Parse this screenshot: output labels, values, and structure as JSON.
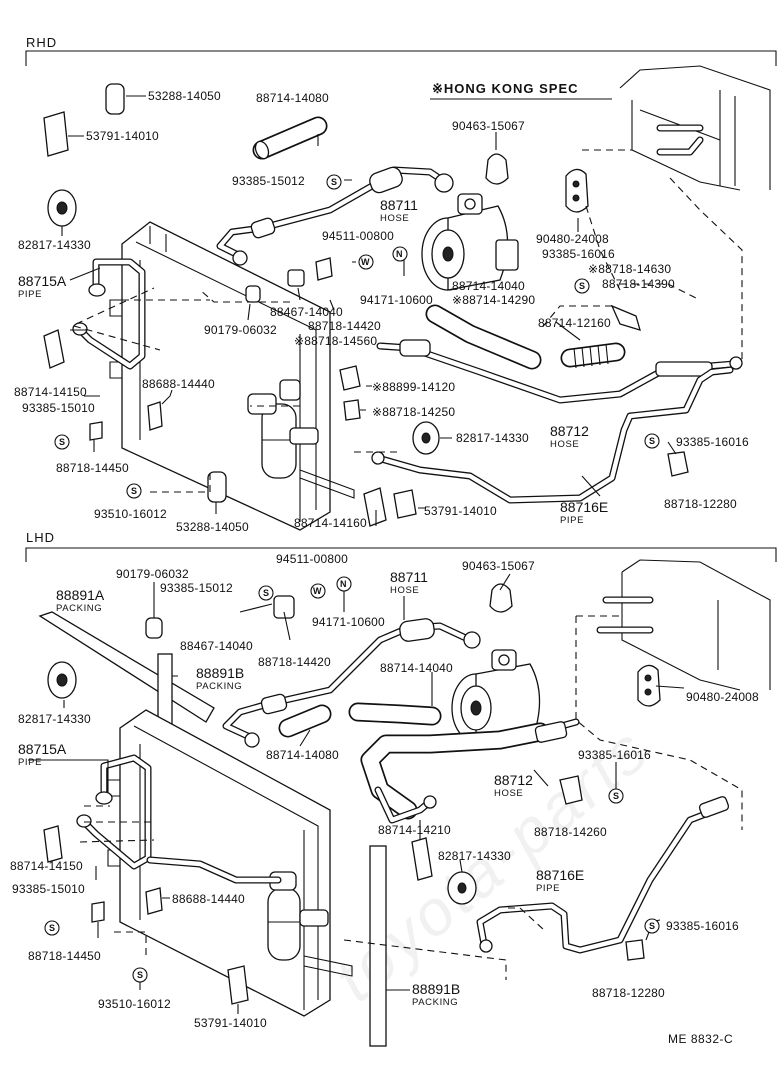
{
  "sections": {
    "rhd": "RHD",
    "lhd": "LHD"
  },
  "note": "※HONG KONG SPEC",
  "watermark": "toyota-parts",
  "footer_code": "ME 8832-C",
  "symbols": {
    "s": "S",
    "w": "W",
    "n": "N"
  },
  "rhd_labels": {
    "p53288_top": "53288-14050",
    "p53791_top": "53791-14010",
    "p88714_14080": "88714-14080",
    "p93385_15012": "93385-15012",
    "p90463": "90463-15067",
    "p88711": "88711",
    "p88711_cap": "HOSE",
    "p94511": "94511-00800",
    "p82817_a": "82817-14330",
    "p88715a": "88715A",
    "p88715a_cap": "PIPE",
    "p90480": "90480-24008",
    "p93385_16016_a": "93385-16016",
    "p88718_14630": "※88718-14630",
    "p88718_14390": "88718-14390",
    "p94171": "94171-10600",
    "p88714_14040": "88714-14040",
    "p88714_14290": "※88714-14290",
    "p88467": "88467-14040",
    "p90179": "90179-06032",
    "p88718_14420": "88718-14420",
    "p88718_14560": "※88718-14560",
    "p88714_12160": "88714-12160",
    "p88714_14150": "88714-14150",
    "p88688": "88688-14440",
    "p93385_15010": "93385-15010",
    "p88899": "※88899-14120",
    "p88718_14250": "※88718-14250",
    "p82817_b": "82817-14330",
    "p88712": "88712",
    "p88712_cap": "HOSE",
    "p93385_16016_b": "93385-16016",
    "p88718_14450": "88718-14450",
    "p88716e": "88716E",
    "p88716e_cap": "PIPE",
    "p88718_12280": "88718-12280",
    "p93510": "93510-16012",
    "p53288_bot": "53288-14050",
    "p88714_14160": "88714-14160",
    "p53791_bot": "53791-14010"
  },
  "lhd_labels": {
    "p90179": "90179-06032",
    "p94511": "94511-00800",
    "p88711": "88711",
    "p88711_cap": "HOSE",
    "p90463": "90463-15067",
    "p88891a": "88891A",
    "p88891a_cap": "PACKING",
    "p93385_15012": "93385-15012",
    "p94171": "94171-10600",
    "p88467": "88467-14040",
    "p88718_14420": "88718-14420",
    "p88714_14040": "88714-14040",
    "p88891b_top": "88891B",
    "p88891b_top_cap": "PACKING",
    "p90480": "90480-24008",
    "p82817_a": "82817-14330",
    "p88715a": "88715A",
    "p88715a_cap": "PIPE",
    "p88714_14080": "88714-14080",
    "p88712": "88712",
    "p88712_cap": "HOSE",
    "p93385_16016_a": "93385-16016",
    "p88718_14260": "88718-14260",
    "p88714_14150": "88714-14150",
    "p88714_14210": "88714-14210",
    "p82817_b": "82817-14330",
    "p93385_15010": "93385-15010",
    "p88688": "88688-14440",
    "p88716e": "88716E",
    "p88716e_cap": "PIPE",
    "p93385_16016_b": "93385-16016",
    "p88718_14450": "88718-14450",
    "p88891b_bot": "88891B",
    "p88891b_bot_cap": "PACKING",
    "p88718_12280": "88718-12280",
    "p93510": "93510-16012",
    "p53791": "53791-14010"
  }
}
